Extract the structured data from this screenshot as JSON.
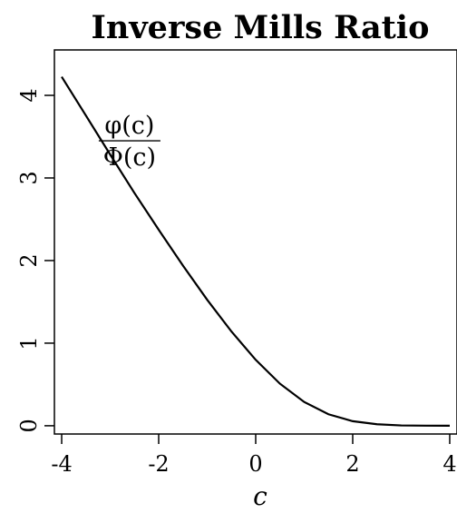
{
  "chart_data": {
    "type": "line",
    "title": "Inverse Mills Ratio",
    "xlabel": "c",
    "ylabel": "",
    "xlim": [
      -4.15,
      4.15
    ],
    "ylim": [
      -0.1,
      4.55
    ],
    "x_ticks": [
      -4,
      -2,
      0,
      2,
      4
    ],
    "x_tick_labels": [
      "-4",
      "-2",
      "0",
      "2",
      "4"
    ],
    "y_ticks": [
      0,
      1,
      2,
      3,
      4
    ],
    "y_tick_labels": [
      "0",
      "1",
      "2",
      "3",
      "4"
    ],
    "grid": false,
    "annotation": {
      "numerator": "φ(c)",
      "denominator": "Φ(c)",
      "x": -2.6,
      "y": 3.45
    },
    "series": [
      {
        "color": "#000000",
        "x": [
          -4.0,
          -3.5,
          -3.0,
          -2.5,
          -2.0,
          -1.5,
          -1.0,
          -0.5,
          0.0,
          0.5,
          1.0,
          1.5,
          2.0,
          2.5,
          3.0,
          3.5,
          4.0
        ],
        "y": [
          4.225,
          3.755,
          3.283,
          2.818,
          2.373,
          1.939,
          1.525,
          1.141,
          0.798,
          0.509,
          0.288,
          0.139,
          0.055,
          0.018,
          0.004,
          0.001,
          0.0001
        ]
      }
    ]
  }
}
